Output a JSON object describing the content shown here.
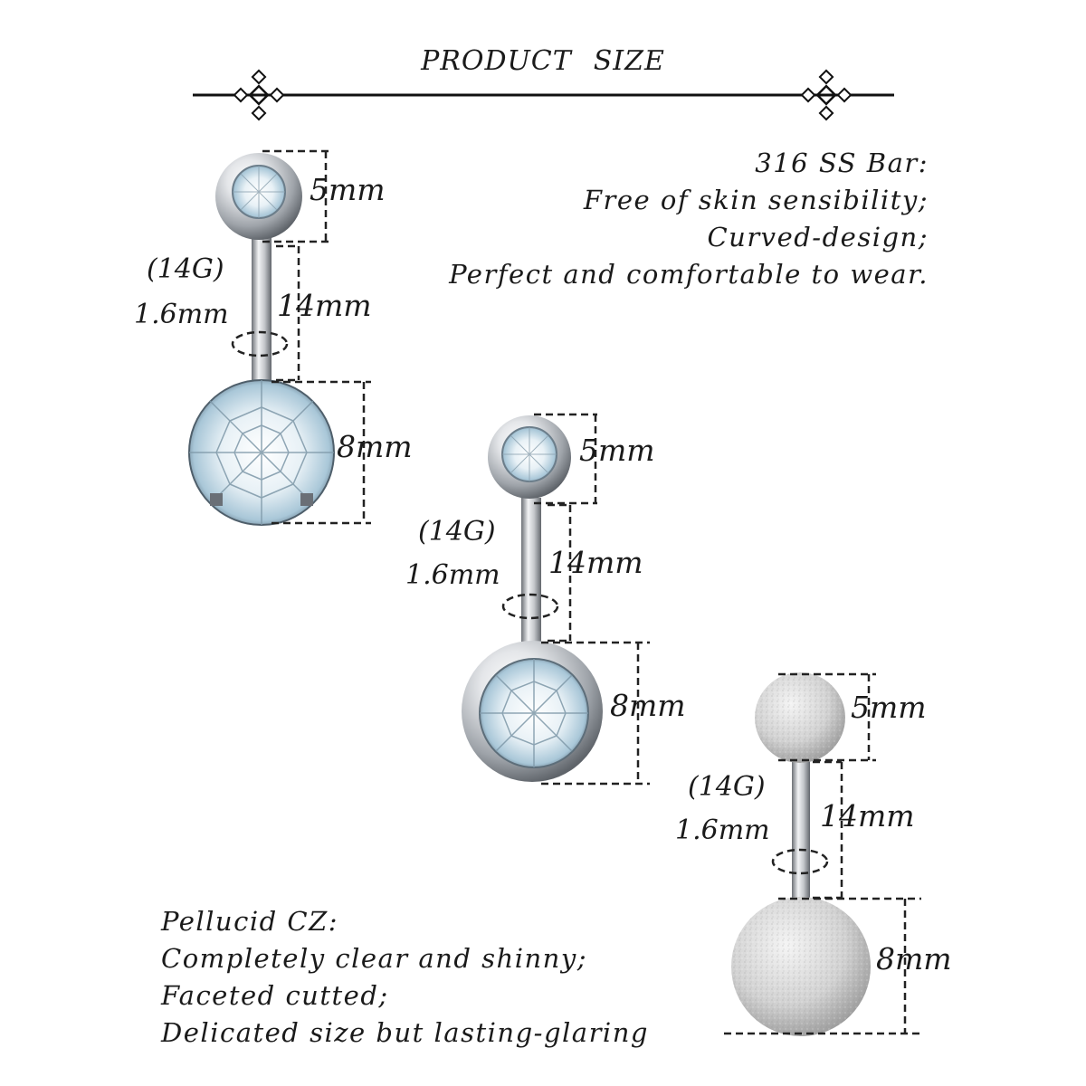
{
  "header": {
    "title_word1": "PRODUCT",
    "title_word2": "SIZE"
  },
  "bar_note": {
    "heading": "316 SS Bar:",
    "lines": [
      "Free of skin sensibility;",
      "Curved-design;",
      "Perfect and comfortable to wear."
    ]
  },
  "cz_note": {
    "heading": "Pellucid CZ:",
    "lines": [
      "Completely clear and shinny;",
      "Faceted cutted;",
      "Delicated size but lasting-glaring"
    ]
  },
  "products": [
    {
      "top_ball": "5mm",
      "bar_length": "14mm",
      "gauge": "(14G)",
      "gauge_mm": "1.6mm",
      "bottom_ball": "8mm",
      "style": "clear prong-set CZ"
    },
    {
      "top_ball": "5mm",
      "bar_length": "14mm",
      "gauge": "(14G)",
      "gauge_mm": "1.6mm",
      "bottom_ball": "8mm",
      "style": "clear bezel-set CZ"
    },
    {
      "top_ball": "5mm",
      "bar_length": "14mm",
      "gauge": "(14G)",
      "gauge_mm": "1.6mm",
      "bottom_ball": "8mm",
      "style": "frosted steel ball"
    }
  ],
  "colors": {
    "text": "#1a1a1a",
    "steel": "#b8bcc2",
    "crystal": "#cfe6f2",
    "frosted": "#d4d4d4"
  }
}
